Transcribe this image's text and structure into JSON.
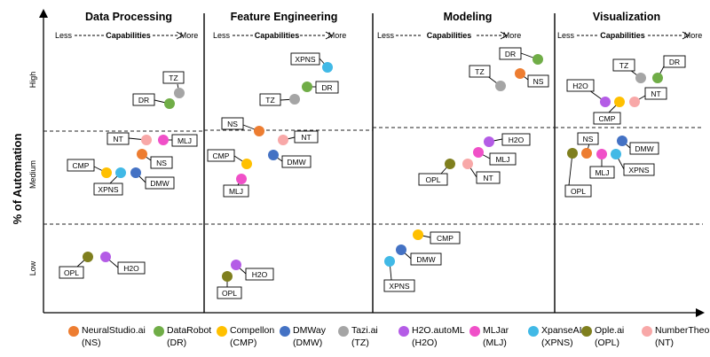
{
  "y_axis_title": "% of Automation",
  "y_levels": {
    "high": "High",
    "medium": "Medium",
    "low": "Low"
  },
  "sections": [
    {
      "id": "dp",
      "title": "Data Processing",
      "less": "Less",
      "capabilities": "Capabilities",
      "more": "More"
    },
    {
      "id": "fe",
      "title": "Feature Engineering",
      "less": "Less",
      "capabilities": "Capabilities",
      "more": "More"
    },
    {
      "id": "mo",
      "title": "Modeling",
      "less": "Less",
      "capabilities": "Capabilities",
      "more": "More"
    },
    {
      "id": "vi",
      "title": "Visualization",
      "less": "Less",
      "capabilities": "Capabilities",
      "more": "More"
    }
  ],
  "vendors": {
    "NS": {
      "name": "NeuralStudio.ai",
      "abbr": "(NS)",
      "color": "#ED7D31"
    },
    "DR": {
      "name": "DataRobot",
      "abbr": "(DR)",
      "color": "#70AD47"
    },
    "CMP": {
      "name": "Compellon",
      "abbr": "(CMP)",
      "color": "#FFC000"
    },
    "DMW": {
      "name": "DMWay",
      "abbr": "(DMW)",
      "color": "#4472C4"
    },
    "TZ": {
      "name": "Tazi.ai",
      "abbr": "(TZ)",
      "color": "#A5A5A5"
    },
    "H2O": {
      "name": "H2O.autoML",
      "abbr": "(H2O)",
      "color": "#B45CE6"
    },
    "MLJ": {
      "name": "MLJar",
      "abbr": "(MLJ)",
      "color": "#F050C8"
    },
    "XPNS": {
      "name": "XpanseAI",
      "abbr": "(XPNS)",
      "color": "#41B9E6"
    },
    "OPL": {
      "name": "Ople.ai",
      "abbr": "(OPL)",
      "color": "#7F7F1E"
    },
    "NT": {
      "name": "NumberTheory.ai",
      "abbr": "(NT)",
      "color": "#F8A8A8"
    }
  },
  "legend_order": [
    "NS",
    "DR",
    "CMP",
    "DMW",
    "TZ",
    "H2O",
    "MLJ",
    "XPNS",
    "OPL",
    "NT"
  ],
  "points": {
    "dp": [
      {
        "id": "TZ",
        "label": "TZ",
        "color": "#A5A5A5"
      },
      {
        "id": "DR",
        "label": "DR",
        "color": "#70AD47"
      },
      {
        "id": "NT",
        "label": "NT",
        "color": "#F8A8A8"
      },
      {
        "id": "MLJ",
        "label": "MLJ",
        "color": "#F050C8"
      },
      {
        "id": "NS",
        "label": "NS",
        "color": "#ED7D31"
      },
      {
        "id": "CMP",
        "label": "CMP",
        "color": "#FFC000"
      },
      {
        "id": "XPNS",
        "label": "XPNS",
        "color": "#41B9E6"
      },
      {
        "id": "DMW",
        "label": "DMW",
        "color": "#4472C4"
      },
      {
        "id": "OPL",
        "label": "OPL",
        "color": "#7F7F1E"
      },
      {
        "id": "H2O",
        "label": "H2O",
        "color": "#B45CE6"
      }
    ],
    "fe": [
      {
        "id": "XPNS",
        "label": "XPNS",
        "color": "#41B9E6"
      },
      {
        "id": "DR",
        "label": "DR",
        "color": "#70AD47"
      },
      {
        "id": "TZ",
        "label": "TZ",
        "color": "#A5A5A5"
      },
      {
        "id": "NS",
        "label": "NS",
        "color": "#ED7D31"
      },
      {
        "id": "NT",
        "label": "NT",
        "color": "#F8A8A8"
      },
      {
        "id": "CMP",
        "label": "CMP",
        "color": "#FFC000"
      },
      {
        "id": "DMW",
        "label": "DMW",
        "color": "#4472C4"
      },
      {
        "id": "MLJ",
        "label": "MLJ",
        "color": "#F050C8"
      },
      {
        "id": "H2O",
        "label": "H2O",
        "color": "#B45CE6"
      },
      {
        "id": "OPL",
        "label": "OPL",
        "color": "#7F7F1E"
      }
    ],
    "mo": [
      {
        "id": "DR",
        "label": "DR",
        "color": "#70AD47"
      },
      {
        "id": "TZ",
        "label": "TZ",
        "color": "#A5A5A5"
      },
      {
        "id": "NS",
        "label": "NS",
        "color": "#ED7D31"
      },
      {
        "id": "H2O",
        "label": "H2O",
        "color": "#B45CE6"
      },
      {
        "id": "MLJ",
        "label": "MLJ",
        "color": "#F050C8"
      },
      {
        "id": "OPL",
        "label": "OPL",
        "color": "#7F7F1E"
      },
      {
        "id": "NT",
        "label": "NT",
        "color": "#F8A8A8"
      },
      {
        "id": "CMP",
        "label": "CMP",
        "color": "#FFC000"
      },
      {
        "id": "DMW",
        "label": "DMW",
        "color": "#4472C4"
      },
      {
        "id": "XPNS",
        "label": "XPNS",
        "color": "#41B9E6"
      }
    ],
    "vi": [
      {
        "id": "TZ",
        "label": "TZ",
        "color": "#A5A5A5"
      },
      {
        "id": "DR",
        "label": "DR",
        "color": "#70AD47"
      },
      {
        "id": "H2O",
        "label": "H2O",
        "color": "#B45CE6"
      },
      {
        "id": "CMP",
        "label": "CMP",
        "color": "#FFC000"
      },
      {
        "id": "NT",
        "label": "NT",
        "color": "#F8A8A8"
      },
      {
        "id": "NS",
        "label": "NS",
        "color": "#ED7D31"
      },
      {
        "id": "DMW",
        "label": "DMW",
        "color": "#4472C4"
      },
      {
        "id": "OPL",
        "label": "OPL",
        "color": "#7F7F1E"
      },
      {
        "id": "MLJ",
        "label": "MLJ",
        "color": "#F050C8"
      },
      {
        "id": "XPNS",
        "label": "XPNS",
        "color": "#41B9E6"
      }
    ]
  }
}
